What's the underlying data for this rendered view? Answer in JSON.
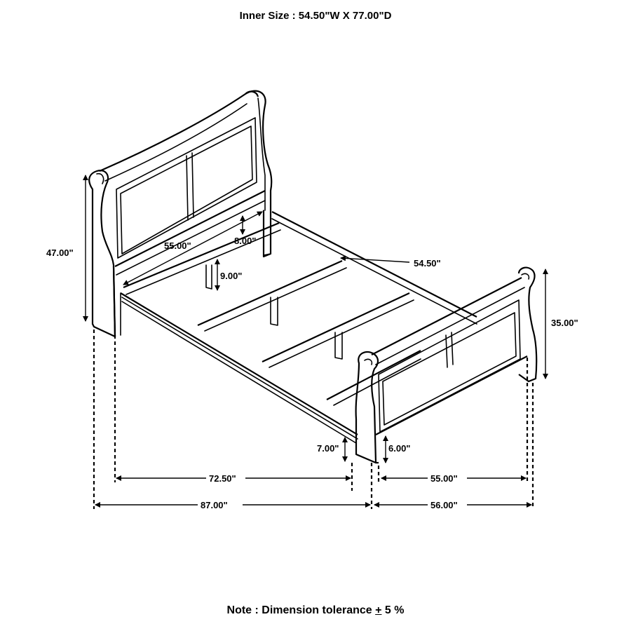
{
  "header": {
    "inner_size": "Inner Size : 54.50\"W X 77.00\"D"
  },
  "dimensions": {
    "headboard_height": "47.00\"",
    "headboard_inner_width": "55.00\"",
    "slat_gap": "8.00\"",
    "leg_height": "9.00\"",
    "rail_width": "54.50\"",
    "footboard_height": "35.00\"",
    "footboard_clearance_left": "7.00\"",
    "footboard_clearance_right": "6.00\"",
    "rail_length": "72.50\"",
    "footboard_inner_width": "55.00\"",
    "overall_length": "87.00\"",
    "overall_width": "56.00\""
  },
  "footer": {
    "note_prefix": "Note : Dimension tolerance ",
    "note_pm": "+",
    "note_suffix": " 5 %"
  }
}
